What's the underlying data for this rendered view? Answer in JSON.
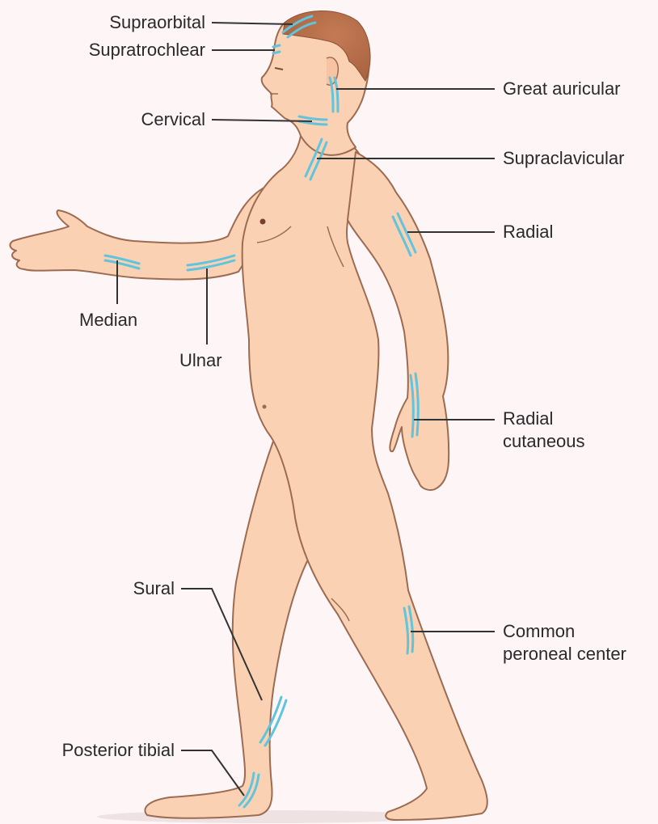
{
  "colors": {
    "skin": "#fad2b3",
    "outline": "#9c6b52",
    "hair": "#b86d47",
    "nerve": "#5fc4dc",
    "leader": "#333333",
    "background": "#fdf5f6"
  },
  "labels": {
    "supraorbital": "Supraorbital",
    "supratrochlear": "Supratrochlear",
    "cervical": "Cervical",
    "great_auricular": "Great auricular",
    "supraclavicular": "Supraclavicular",
    "radial": "Radial",
    "median": "Median",
    "ulnar": "Ulnar",
    "radial_cutaneous": [
      "Radial",
      "cutaneous"
    ],
    "sural": "Sural",
    "common_peroneal": [
      "Common",
      "peroneal center"
    ],
    "posterior_tibial": "Posterior tibial"
  }
}
